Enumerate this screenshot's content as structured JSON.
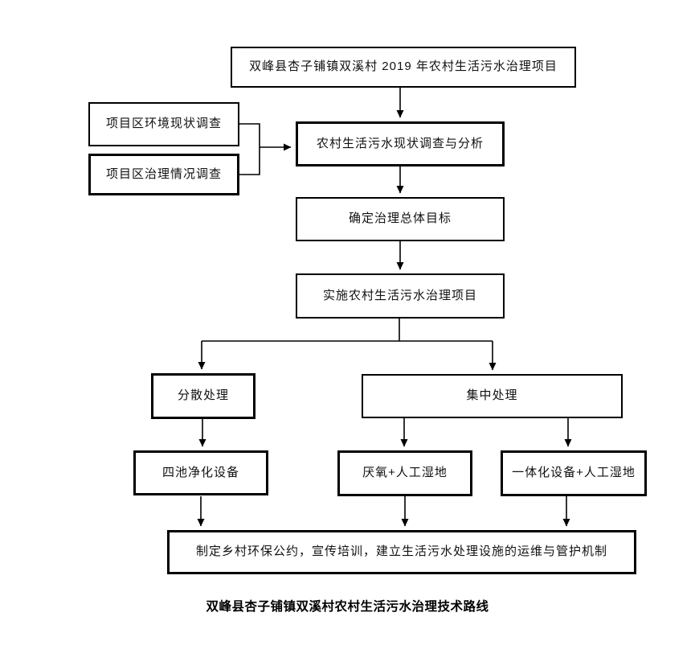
{
  "diagram": {
    "nodes": {
      "title": {
        "label": "双峰县杏子铺镇双溪村 2019 年农村生活污水治理项目"
      },
      "survey_env": {
        "label": "项目区环境现状调查"
      },
      "survey_treatment": {
        "label": "项目区治理情况调查"
      },
      "analysis": {
        "label": "农村生活污水现状调查与分析"
      },
      "goal": {
        "label": "确定治理总体目标"
      },
      "implement": {
        "label": "实施农村生活污水治理项目"
      },
      "dispersed": {
        "label": "分散处理"
      },
      "centralized": {
        "label": "集中处理"
      },
      "four_pond": {
        "label": "四池净化设备"
      },
      "anaerobic": {
        "label": "厌氧+人工湿地"
      },
      "integrated": {
        "label": "一体化设备+人工湿地"
      },
      "mechanism": {
        "label": "制定乡村环保公约，宣传培训，建立生活污水处理设施的运维与管护机制"
      }
    },
    "caption": {
      "label": "双峰县杏子铺镇双溪村农村生活污水治理技术路线"
    },
    "colors": {
      "background": "#ffffff",
      "line": "#000000",
      "box_border": "#000000",
      "text": "#111111"
    }
  }
}
